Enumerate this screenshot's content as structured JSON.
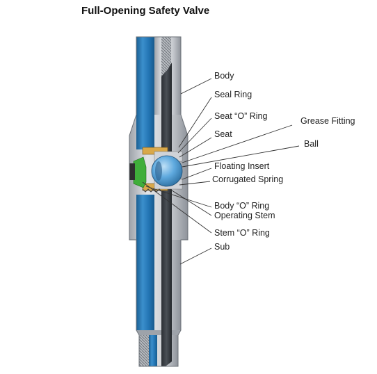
{
  "title": "Full-Opening Safety Valve",
  "labels": {
    "body": "Body",
    "seal_ring": "Seal Ring",
    "seat_o_ring": "Seat “O” Ring",
    "seat": "Seat",
    "grease_fitting": "Grease Fitting",
    "ball": "Ball",
    "floating_insert": "Floating Insert",
    "corrugated_spring": "Corrugated Spring",
    "body_o_ring": "Body “O” Ring",
    "operating_stem": "Operating Stem",
    "stem_o_ring": "Stem “O” Ring",
    "sub": "Sub"
  },
  "colors": {
    "bore_blue": "#1d6fa8",
    "steel_gray": "#c9ccd1",
    "steel_dark": "#3b3f45",
    "ball_blue": "#5fa9de",
    "green_part": "#3fae3a",
    "seal_orange": "#d9a84a"
  }
}
